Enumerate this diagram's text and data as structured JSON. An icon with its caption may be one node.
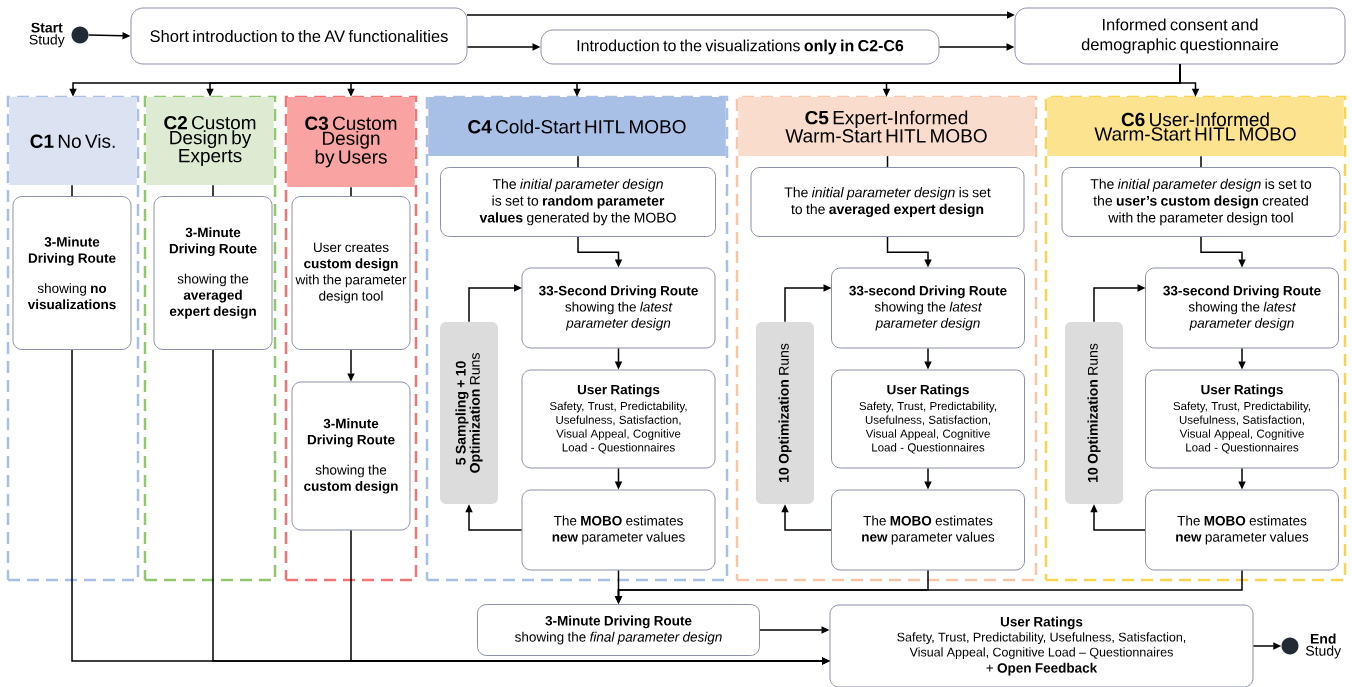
{
  "diagram": {
    "nodes": [
      {
        "text": [],
        "shape": "circle",
        "beside": [
          "**Start** Study"
        ]
      },
      {
        "text": [
          "Short introduction to the AV functionalities"
        ]
      },
      {
        "text": [
          "Introduction to the visualizations **only in C2-C6**"
        ]
      },
      {
        "text": [
          "Informed consent and demographic questionnaire"
        ]
      },
      {
        "text": [],
        "shape": "box"
      },
      {
        "text": [
          "**C1** No Vis."
        ],
        "in": 4
      },
      {
        "text": [
          "3-Minute Driving Route",
          "showing **no visualizations**"
        ],
        "in": 4
      },
      {
        "text": [],
        "shape": "box"
      },
      {
        "text": [
          "**C2** Custom Design by Experts"
        ],
        "in": 7
      },
      {
        "text": [
          "3-Minute Driving Route",
          "showing the **averaged expert design**"
        ],
        "in": 7
      },
      {
        "text": [],
        "shape": "box"
      },
      {
        "text": [
          "**C3** Custom Design by Users"
        ],
        "in": 10
      },
      {
        "text": [
          "User creates **custom design** with the parameter design tool"
        ],
        "in": 10
      },
      {
        "text": [
          "3-Minute Driving Route",
          "showing the **custom design**"
        ],
        "in": 10
      },
      {
        "text": [],
        "shape": "box"
      },
      {
        "text": [
          "**C4** Cold-Start HITL MOBO"
        ],
        "in": 14
      },
      {
        "text": [
          "The *initial parameter design* is set to **random parameter values** generated by the MOBO"
        ],
        "in": 14
      },
      {
        "text": [
          "33-Second Driving Route",
          "showing the *latest parameter design*"
        ],
        "in": 14
      },
      {
        "text": [
          "User Ratings",
          "Safety, Trust, Predictability, Usefulness, Satisfaction, Visual Appeal, Cognitive Load - Questionnaires"
        ],
        "in": 14
      },
      {
        "text": [
          "The **MOBO** estimates **new** parameter values"
        ],
        "in": 14
      },
      {
        "text": [
          "**5 Sampling + 10 Optimization** Runs"
        ],
        "in": 14
      },
      {
        "text": [],
        "shape": "box"
      },
      {
        "text": [
          "**C5** Expert-Informed Warm-Start HITL MOBO"
        ],
        "in": 21
      },
      {
        "text": [
          "The *initial parameter design* is set to the **averaged expert design**"
        ],
        "in": 21
      },
      {
        "text": [
          "33-second Driving Route",
          "showing the *latest parameter design*"
        ],
        "in": 21
      },
      {
        "text": [
          "User Ratings",
          "Safety, Trust, Predictability, Usefulness, Satisfaction, Visual Appeal, Cognitive Load - Questionnaires"
        ],
        "in": 21
      },
      {
        "text": [
          "The **MOBO** estimates **new** parameter values"
        ],
        "in": 21
      },
      {
        "text": [
          "**10 Optimization** Runs"
        ],
        "in": 21
      },
      {
        "text": [],
        "shape": "box"
      },
      {
        "text": [
          "**C6** User-Informed Warm-Start HITL MOBO"
        ],
        "in": 28
      },
      {
        "text": [
          "The *initial parameter design* is set to the **user’s custom design** created with the parameter design tool"
        ],
        "in": 28
      },
      {
        "text": [
          "33-second Driving Route",
          "showing the *latest parameter design*"
        ],
        "in": 28
      },
      {
        "text": [
          "User Ratings",
          "Safety, Trust, Predictability, Usefulness, Satisfaction, Visual Appeal, Cognitive Load - Questionnaires"
        ],
        "in": 28
      },
      {
        "text": [
          "The **MOBO** estimates **new** parameter values"
        ],
        "in": 28
      },
      {
        "text": [
          "**10 Optimization** Runs"
        ],
        "in": 28
      },
      {
        "text": [
          "3-Minute Driving Route",
          "showing the *final parameter design*"
        ]
      },
      {
        "text": [
          "User Ratings",
          "Safety, Trust, Predictability, Usefulness, Satisfaction, Visual Appeal, Cognitive Load – Questionnaires",
          "+ **Open Feedback**"
        ]
      },
      {
        "text": [],
        "shape": "circle",
        "beside": [
          "**End** Study"
        ]
      }
    ],
    "edges": [
      {
        "from": 0,
        "to": 1,
        "arrow": "to"
      },
      {
        "from": 1,
        "to": 3,
        "arrow": "to"
      },
      {
        "from": 1,
        "to": 2,
        "arrow": "to"
      },
      {
        "from": 2,
        "to": 3,
        "arrow": "to"
      },
      {
        "from": 3,
        "to": 5,
        "arrow": "to"
      },
      {
        "from": 3,
        "to": 8,
        "arrow": "to"
      },
      {
        "from": 3,
        "to": 11,
        "arrow": "to"
      },
      {
        "from": 3,
        "to": 15,
        "arrow": "to"
      },
      {
        "from": 3,
        "to": 22,
        "arrow": "to"
      },
      {
        "from": 3,
        "to": 29,
        "arrow": "to"
      },
      {
        "from": 5,
        "to": 6,
        "arrow": "none"
      },
      {
        "from": 8,
        "to": 9,
        "arrow": "none"
      },
      {
        "from": 11,
        "to": 12,
        "arrow": "none"
      },
      {
        "from": 15,
        "to": 16,
        "arrow": "none"
      },
      {
        "from": 22,
        "to": 23,
        "arrow": "none"
      },
      {
        "from": 29,
        "to": 30,
        "arrow": "none"
      },
      {
        "from": 12,
        "to": 13,
        "arrow": "to"
      },
      {
        "from": 16,
        "to": 17,
        "arrow": "to"
      },
      {
        "from": 17,
        "to": 18,
        "arrow": "to"
      },
      {
        "from": 18,
        "to": 19,
        "arrow": "to"
      },
      {
        "from": 19,
        "to": 20,
        "arrow": "to"
      },
      {
        "from": 20,
        "to": 17,
        "arrow": "to"
      },
      {
        "from": 23,
        "to": 24,
        "arrow": "to"
      },
      {
        "from": 24,
        "to": 25,
        "arrow": "to"
      },
      {
        "from": 25,
        "to": 26,
        "arrow": "to"
      },
      {
        "from": 26,
        "to": 27,
        "arrow": "to"
      },
      {
        "from": 27,
        "to": 24,
        "arrow": "to"
      },
      {
        "from": 30,
        "to": 31,
        "arrow": "to"
      },
      {
        "from": 31,
        "to": 32,
        "arrow": "to"
      },
      {
        "from": 32,
        "to": 33,
        "arrow": "to"
      },
      {
        "from": 33,
        "to": 34,
        "arrow": "to"
      },
      {
        "from": 34,
        "to": 31,
        "arrow": "to"
      },
      {
        "from": 19,
        "to": 35,
        "arrow": "to"
      },
      {
        "from": 26,
        "to": 35,
        "arrow": "to"
      },
      {
        "from": 33,
        "to": 35,
        "arrow": "to"
      },
      {
        "from": 6,
        "to": 36,
        "arrow": "to"
      },
      {
        "from": 9,
        "to": 36,
        "arrow": "to"
      },
      {
        "from": 13,
        "to": 36,
        "arrow": "to"
      },
      {
        "from": 35,
        "to": 36,
        "arrow": "to"
      },
      {
        "from": 36,
        "to": 37,
        "arrow": "to"
      }
    ]
  }
}
